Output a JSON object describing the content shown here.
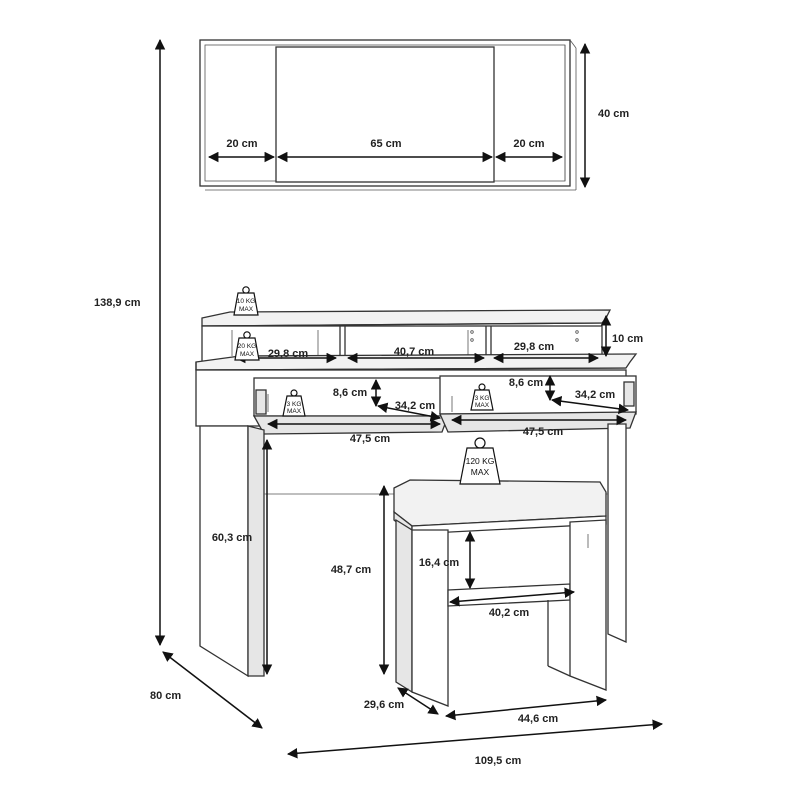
{
  "mirror": {
    "height": "40 cm",
    "left_section": "20 cm",
    "center_section": "65 cm",
    "right_section": "20 cm"
  },
  "overall": {
    "total_height": "138,9 cm",
    "depth": "80 cm",
    "width": "109,5 cm"
  },
  "table": {
    "shelf_height": "10 cm",
    "shelf_left_width": "29,8 cm",
    "shelf_center_width": "40,7 cm",
    "shelf_right_width": "29,8 cm",
    "drawer_left_height": "8,6 cm",
    "drawer_left_depth": "34,2 cm",
    "drawer_left_width": "47,5 cm",
    "drawer_right_height": "8,6 cm",
    "drawer_right_depth": "34,2 cm",
    "drawer_right_width": "47,5 cm",
    "leg_clearance": "60,3 cm"
  },
  "stool": {
    "height": "48,7 cm",
    "inner_height": "16,4 cm",
    "inner_width": "40,2 cm",
    "depth": "29,6 cm",
    "width": "44,6 cm"
  },
  "load_limits": {
    "top_shelf": {
      "value": "10 KG",
      "unit": "MAX"
    },
    "shelf_compartment": {
      "value": "20 KG",
      "unit": "MAX"
    },
    "drawer_left": {
      "value": "3 KG",
      "unit": "MAX"
    },
    "drawer_right": {
      "value": "3 KG",
      "unit": "MAX"
    },
    "stool_seat": {
      "value": "120 KG",
      "unit": "MAX"
    }
  },
  "icons": [
    "weight-icon",
    "dimension-arrow"
  ]
}
